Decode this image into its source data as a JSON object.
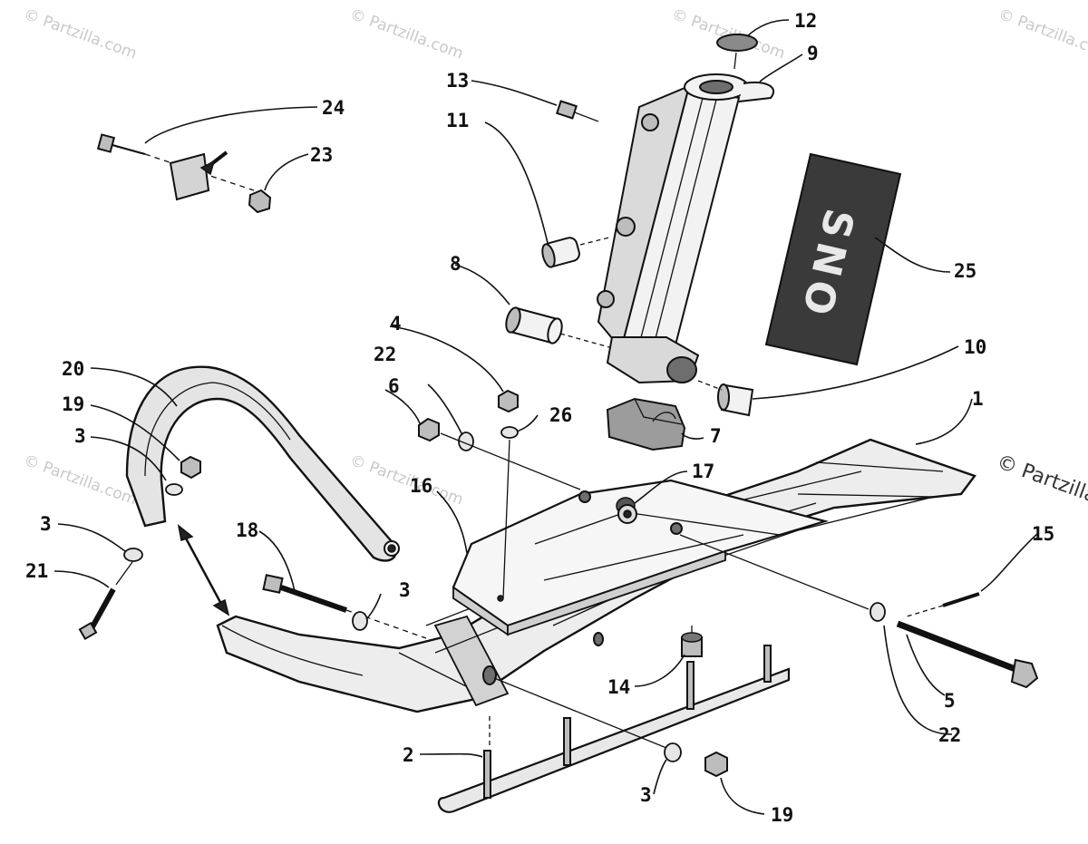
{
  "watermarks": {
    "text": "© Partzilla.com",
    "corner_text": "© Partzilla"
  },
  "decal": {
    "brand_text": "SNO"
  },
  "callouts": [
    {
      "id": "c1",
      "label": "1"
    },
    {
      "id": "c2",
      "label": "2"
    },
    {
      "id": "c3a",
      "label": "3"
    },
    {
      "id": "c3b",
      "label": "3"
    },
    {
      "id": "c3c",
      "label": "3"
    },
    {
      "id": "c3d",
      "label": "3"
    },
    {
      "id": "c4",
      "label": "4"
    },
    {
      "id": "c5",
      "label": "5"
    },
    {
      "id": "c6",
      "label": "6"
    },
    {
      "id": "c7",
      "label": "7"
    },
    {
      "id": "c8",
      "label": "8"
    },
    {
      "id": "c9",
      "label": "9"
    },
    {
      "id": "c10",
      "label": "10"
    },
    {
      "id": "c11",
      "label": "11"
    },
    {
      "id": "c12",
      "label": "12"
    },
    {
      "id": "c13",
      "label": "13"
    },
    {
      "id": "c14",
      "label": "14"
    },
    {
      "id": "c15",
      "label": "15"
    },
    {
      "id": "c16",
      "label": "16"
    },
    {
      "id": "c17",
      "label": "17"
    },
    {
      "id": "c18",
      "label": "18"
    },
    {
      "id": "c19a",
      "label": "19"
    },
    {
      "id": "c19b",
      "label": "19"
    },
    {
      "id": "c20",
      "label": "20"
    },
    {
      "id": "c21",
      "label": "21"
    },
    {
      "id": "c22a",
      "label": "22"
    },
    {
      "id": "c22b",
      "label": "22"
    },
    {
      "id": "c23",
      "label": "23"
    },
    {
      "id": "c24",
      "label": "24"
    },
    {
      "id": "c25",
      "label": "25"
    },
    {
      "id": "c26",
      "label": "26"
    }
  ]
}
